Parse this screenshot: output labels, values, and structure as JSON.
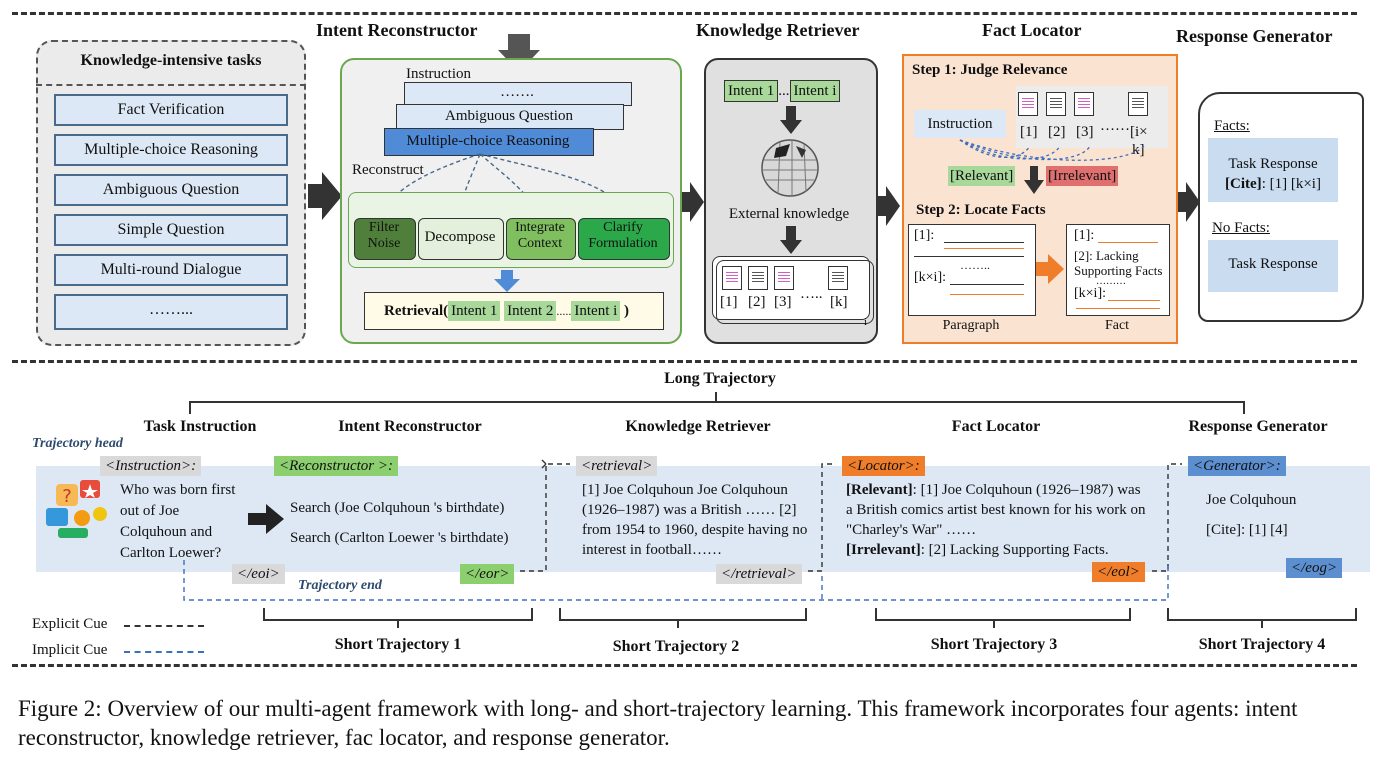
{
  "top": {
    "tasks": {
      "title": "Knowledge-intensive tasks",
      "items": [
        "Fact Verification",
        "Multiple-choice Reasoning",
        "Ambiguous Question",
        "Simple Question",
        "Multi-round Dialogue",
        "……..."
      ]
    },
    "intent": {
      "title": "Intent Reconstructor",
      "instruction": "Instruction",
      "dots": "…….",
      "ambiguous": "Ambiguous Question",
      "mcr": "Multiple-choice Reasoning",
      "reconstruct": "Reconstruct",
      "ops": [
        "Filter Noise",
        "Decompose",
        "Integrate Context",
        "Clarify Formulation"
      ],
      "retrieval_label": "Retrieval(",
      "intent1": "Intent 1",
      "intent2": "Intent 2",
      "dots2": ".....",
      "intenti": "Intent i",
      "close": ")"
    },
    "retriever": {
      "title": "Knowledge Retriever",
      "intent1": "Intent 1",
      "dots": "...",
      "intenti": "Intent i",
      "external": "External knowledge",
      "labels": [
        "[1]",
        "[2]",
        "[3]",
        "…..",
        "[k]"
      ],
      "sub": "i"
    },
    "locator": {
      "title": "Fact Locator",
      "step1": "Step 1: Judge Relevance",
      "instruction": "Instruction",
      "doc_labels": [
        "[1]",
        "[2]",
        "[3]",
        "……",
        "[i×",
        "k]"
      ],
      "relevant": "[Relevant]",
      "irrelevant": "[Irrelevant]",
      "step2": "Step 2: Locate Facts",
      "p1": "[1]:",
      "pdots": "……..",
      "pk": "[k×i]:",
      "paragraph": "Paragraph",
      "f1": "[1]:",
      "f2": "[2]: Lacking Supporting Facts",
      "fdots": "………",
      "fk": "[k×i]:",
      "fact": "Fact"
    },
    "generator": {
      "title": "Response Generator",
      "facts": "Facts:",
      "task_response": "Task Response",
      "cite_bold": "[Cite]",
      "cite_rest": ": [1] [k×i]",
      "no_facts": "No Facts:",
      "task_response2": "Task Response"
    }
  },
  "bottom": {
    "long_trajectory": "Long Trajectory",
    "headers": [
      "Task Instruction",
      "Intent Reconstructor",
      "Knowledge Retriever",
      "Fact Locator",
      "Response Generator"
    ],
    "trajectory_head": "Trajectory head",
    "trajectory_end": "Trajectory end",
    "instruction_tag": "<Instruction>:",
    "question": "Who was born first out of Joe Colquhoun and Carlton Loewer?",
    "eoi": "</eoi>",
    "reconstructor_tag": "<Reconstructor >:",
    "search1": "Search (Joe Colquhoun 's birthdate)",
    "search2": "Search (Carlton Loewer 's birthdate)",
    "eor": "</eor>",
    "retrieval_tag": "<retrieval>",
    "ret_text": "[1] Joe Colquhoun Joe Colquhoun (1926–1987) was a British …… [2] from 1954 to 1960, despite having no interest in football……",
    "ret_end": "</retrieval>",
    "locator_tag": "<Locator>:",
    "loc_rel": "[Relevant]",
    "loc_rel_text": ": [1] Joe Colquhoun (1926–1987) was a British comics artist best known for his work on \"Charley's War\" ……",
    "loc_irr": "[Irrelevant]",
    "loc_irr_text": ": [2] Lacking Supporting Facts.",
    "eol": "</eol>",
    "generator_tag": "<Generator>:",
    "gen_name": "Joe Colquhoun",
    "gen_cite": "[Cite]: [1] [4]",
    "eog": "</eog>",
    "explicit": "Explicit Cue",
    "implicit": "Implicit Cue",
    "short": [
      "Short Trajectory 1",
      "Short Trajectory 2",
      "Short Trajectory 3",
      "Short Trajectory 4"
    ]
  },
  "caption": "Figure 2: Overview of our multi-agent framework with long- and short-trajectory learning. This framework incorporates four agents: intent reconstructor, knowledge retriever, fac locator, and response generator.",
  "colors": {
    "task_blue": "#dce8f5",
    "intent_green": "#f0f7ea",
    "retriever_gray": "#e8e8e8",
    "locator_orange": "#fbe3d2",
    "relevant": "#a8d89a",
    "irrelevant": "#e07070",
    "locator_tag": "#ef7d2a",
    "generator_tag": "#5b8fd0",
    "implicit_blue": "#3b6fc0"
  }
}
